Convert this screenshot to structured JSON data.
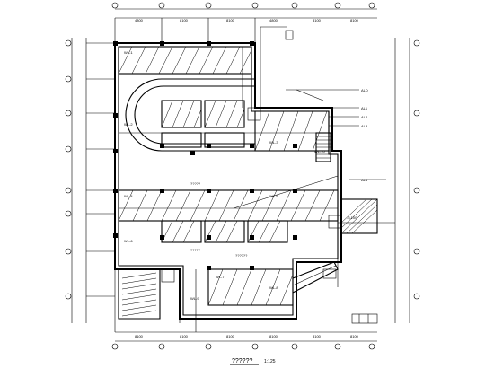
{
  "drawing": {
    "title": "??????",
    "scale": "1:125",
    "dimension_labels_top": [
      "4800",
      "8100",
      "8100",
      "4800",
      "8100",
      "8100"
    ],
    "dimension_labels_bottom": [
      "8100",
      "8100",
      "8100",
      "8100",
      "8100",
      "8100"
    ],
    "room_labels": [
      "?????",
      "?????",
      "??????"
    ],
    "annotation_labels": [
      "WL-1",
      "WL-2",
      "WL-3",
      "WL-4",
      "WL-5",
      "WL-6",
      "WL-7",
      "WL-8",
      "WL-9",
      "WL-10"
    ],
    "panel_labels": [
      "ALD",
      "AL1",
      "AL2",
      "AL3",
      "AL4"
    ],
    "note": "-5.100"
  }
}
